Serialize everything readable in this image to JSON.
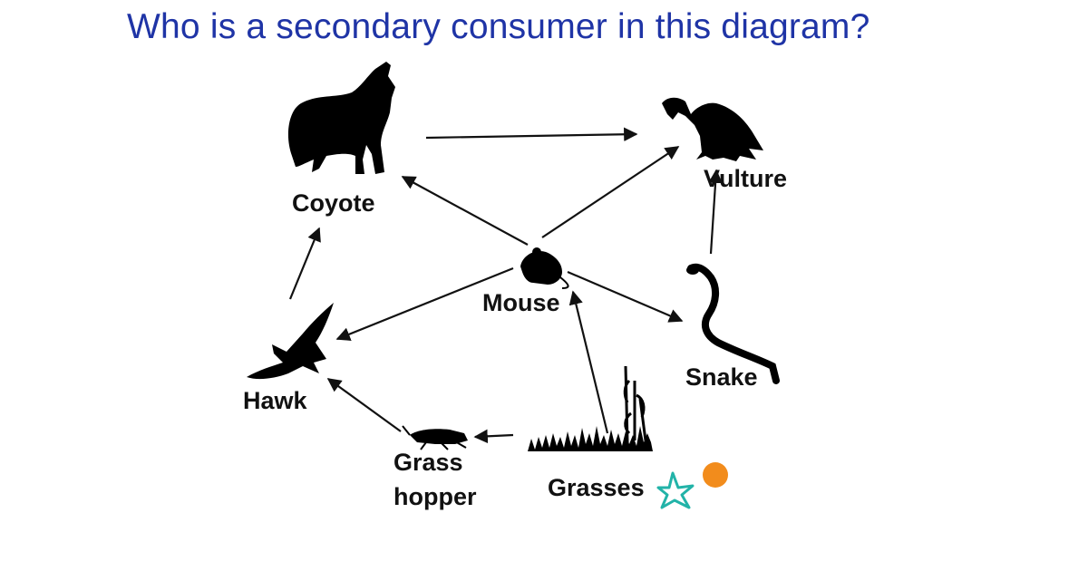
{
  "question": "Who is a secondary consumer in this diagram?",
  "organisms": {
    "coyote": "Coyote",
    "vulture": "Vulture",
    "mouse": "Mouse",
    "snake": "Snake",
    "hawk": "Hawk",
    "grasshopper_line1": "Grass",
    "grasshopper_line2": "hopper",
    "grasses": "Grasses"
  },
  "annotations": {
    "star_color": "#22b3a8",
    "dot_color": "#f28c1c"
  },
  "colors": {
    "question_text": "#1f34a6",
    "labels": "#111111",
    "arrows": "#111111"
  }
}
